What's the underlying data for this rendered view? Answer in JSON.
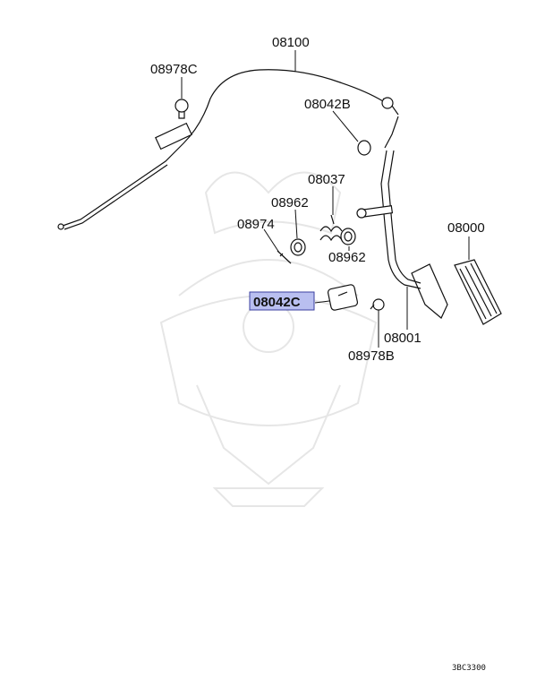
{
  "diagram": {
    "parts": [
      {
        "id": "08100",
        "name": "accelerator-cable"
      },
      {
        "id": "08978C",
        "name": "cable-clip-bolt"
      },
      {
        "id": "08042B",
        "name": "pedal-stopper-upper"
      },
      {
        "id": "08037",
        "name": "return-spring"
      },
      {
        "id": "08962",
        "name": "bushing-left"
      },
      {
        "id": "08962",
        "name": "bushing-right"
      },
      {
        "id": "08974",
        "name": "pin"
      },
      {
        "id": "08042C",
        "name": "pedal-stopper-lower",
        "highlighted": true
      },
      {
        "id": "08978B",
        "name": "stopper-bolt"
      },
      {
        "id": "08001",
        "name": "pedal-arm"
      },
      {
        "id": "08000",
        "name": "pedal-pad"
      }
    ],
    "highlight_color": "#b9bff0",
    "footer_code": "3BC3300"
  }
}
